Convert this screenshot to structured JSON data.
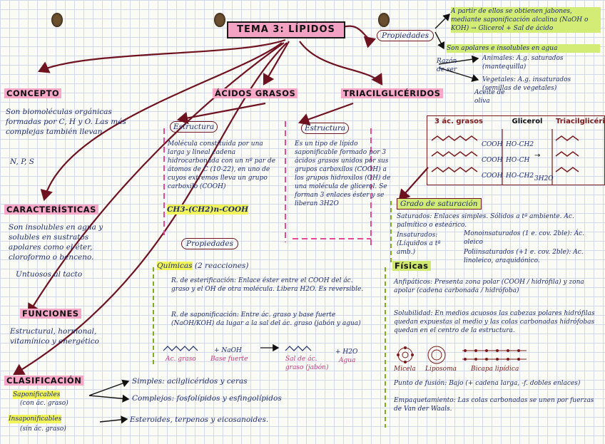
{
  "title": "TEMA 3: LÍPIDOS",
  "propiedades": {
    "label": "Propiedades",
    "a_partir": "A partir de ellos se obtienen jabones, mediante saponificación alcalina (NaOH o KOH) → Glicerol + Sal de ácido",
    "apolares": "Son apolares e insolubles en agua",
    "razon_ser": "Razón de ser",
    "animales": "Animales: A.g. saturados (mantequilla)",
    "vegetales": "Vegetales: A.g. insaturados (semillas de vegetales)",
    "aceite": "Aceite de oliva"
  },
  "concepto": {
    "header": "CONCEPTO",
    "text1": "Son biomoléculas orgánicas formadas por C, H y O. Las más complejas también llevan",
    "text2": "N, P, S"
  },
  "caracteristicas": {
    "header": "CARACTERÍSTICAS",
    "text": "Son insolubles en agua y solubles en sustratos apolares como el éter, cloroformo o benceno.",
    "text2": "Untuosos al tacto"
  },
  "funciones": {
    "header": "FUNCIONES",
    "text": "Estructural, hormonal, vitamínico y energético"
  },
  "clasificacion": {
    "header": "CLASIFICACIÓN",
    "saponificables": "Saponificables",
    "saponificables_note": "(con ác. graso)",
    "insaponificables": "Insaponificables",
    "insaponificables_note": "(sin ác. graso)",
    "simples": "Simples: acilglicéridos y ceras",
    "complejos": "Complejos: fosfolípidos y esfingolípidos",
    "insap_text": "Esteroides, terpenos y eicosanoides."
  },
  "acidos_grasos": {
    "header": "ÁCIDOS GRASOS",
    "estructura_label": "Estructura",
    "estructura_text": "Molécula constituida por una larga y lineal cadena hidrocarbonada con un nº par de átomos de C (10-22), en uno de cuyos extremos lleva un grupo carboxilo (COOH)",
    "formula": "CH3-(CH2)n-COOH",
    "propiedades_label": "Propiedades"
  },
  "trigliceridos": {
    "header": "TRIACILGLICÉRIDOS",
    "estructura_label": "Estructura",
    "estructura_text": "Es un tipo de lípido saponificable formado por 3 ácidos grasos unidos por sus grupos carboxilos (COOH) a los grupos hidroxilos (OH) de una molécula de glicerol. Se forman 3 enlaces éster y se liberan 3H2O"
  },
  "diagram": {
    "h1": "3 ác. grasos",
    "h2": "Glicerol",
    "h3": "Triacilglicérido",
    "cooh": "COOH",
    "hoch2": "HO-CH2",
    "hoch": "HO-CH",
    "water": "3H2O"
  },
  "grado": {
    "header": "Grado de saturación",
    "saturados": "Saturados: Enlaces simples. Sólidos a tª ambiente. Ac. palmítico o esteárico.",
    "insaturados": "Insaturados: (Líquidos a tª amb.)",
    "mono": "Monoinsaturados (1 e. cov. 2ble): Ác. oleico",
    "poli": "Poliinsaturados (+1 e. cov. 2ble): Ac. linoleico, araquidónico."
  },
  "quimicas": {
    "header": "Químicas",
    "note": "(2 reacciones)",
    "esterif": "R. de esterificación: Enlace éster entre el COOH del ác. graso y el OH de otra molécula. Libera H2O. Es reversible.",
    "saponif": "R. de saponificación: Entre ác. graso y base fuerte (NaOH/KOH) da lugar a la sal del ác. graso (jabón y agua)",
    "eq_a": "Ac. graso",
    "eq_b": "+ NaOH",
    "eq_c": "Base fuerte",
    "eq_d": "Sal de ác. graso (jabón)",
    "eq_e": "+ H2O",
    "eq_f": "Agua"
  },
  "fisicas": {
    "header": "Físicas",
    "anfipaticos": "Anfipáticos: Presenta zona polar (COOH / hidrófila) y zona apolar (cadena carbonada / hidrófoba)",
    "solubilidad": "Solubilidad: En medios acuosos las cabezas polares hidrófilas quedan expuestas al medio y las colas carbonadas hidrófobas quedan en el centro de la estructura.",
    "micela": "Micela",
    "liposoma": "Liposoma",
    "bicapa": "Bicapa lipídica",
    "fusion": "Punto de fusión: Bajo (+ cadena larga, -f. dobles enlaces)",
    "empaquetamiento": "Empaquetamiento: Las colas carbonadas se unen por fuerzas de Van der Waals."
  },
  "colors": {
    "pink": "#f5a6c6",
    "yellow": "#f1f35b",
    "green": "#cfe870",
    "ink": "#1e2d6b",
    "arrow": "#6e1220"
  }
}
